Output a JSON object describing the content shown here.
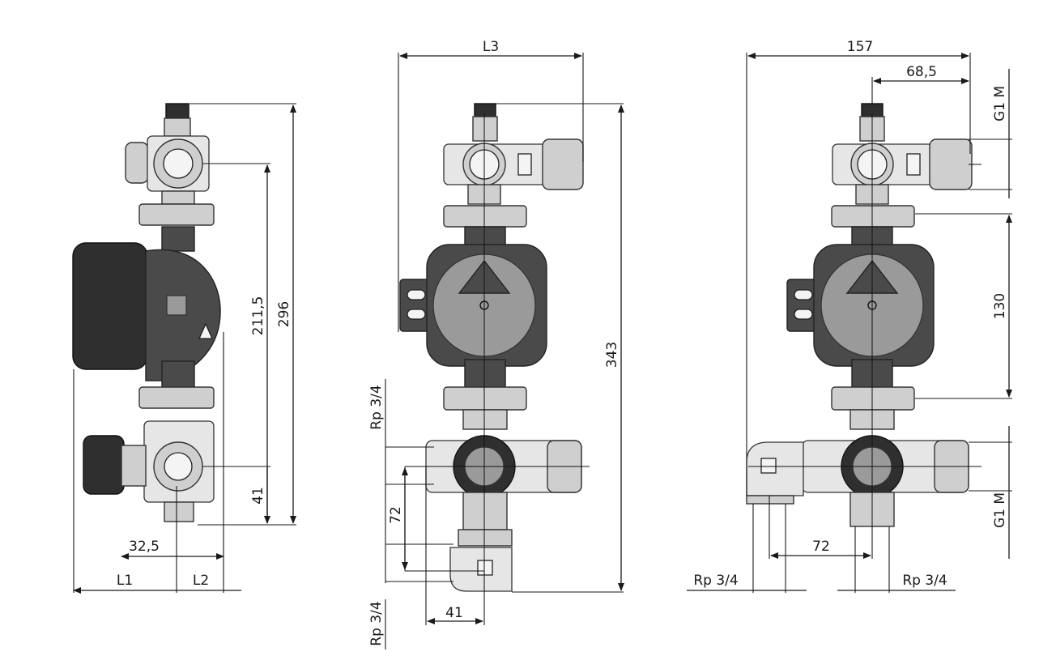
{
  "views": {
    "side": {
      "dims": {
        "d296": "296",
        "d211": "211,5",
        "d41": "41",
        "d32": "32,5",
        "l1": "L1",
        "l2": "L2"
      }
    },
    "front": {
      "dims": {
        "l3": "L3",
        "d343": "343",
        "rp_top": "Rp 3/4",
        "rp_bottom": "Rp 3/4",
        "d72": "72",
        "d41": "41"
      }
    },
    "rear": {
      "dims": {
        "d157": "157",
        "d68": "68,5",
        "g1m_top": "G1 M",
        "d130": "130",
        "g1m_bottom": "G1 M",
        "d72": "72",
        "rp_left": "Rp 3/4",
        "rp_right": "Rp 3/4"
      }
    }
  },
  "colors": {
    "line": "#1a1a1a",
    "metal": "#cfcfcf",
    "pump_dark": "#4a4a4a",
    "pump_grey": "#9a9a9a"
  }
}
